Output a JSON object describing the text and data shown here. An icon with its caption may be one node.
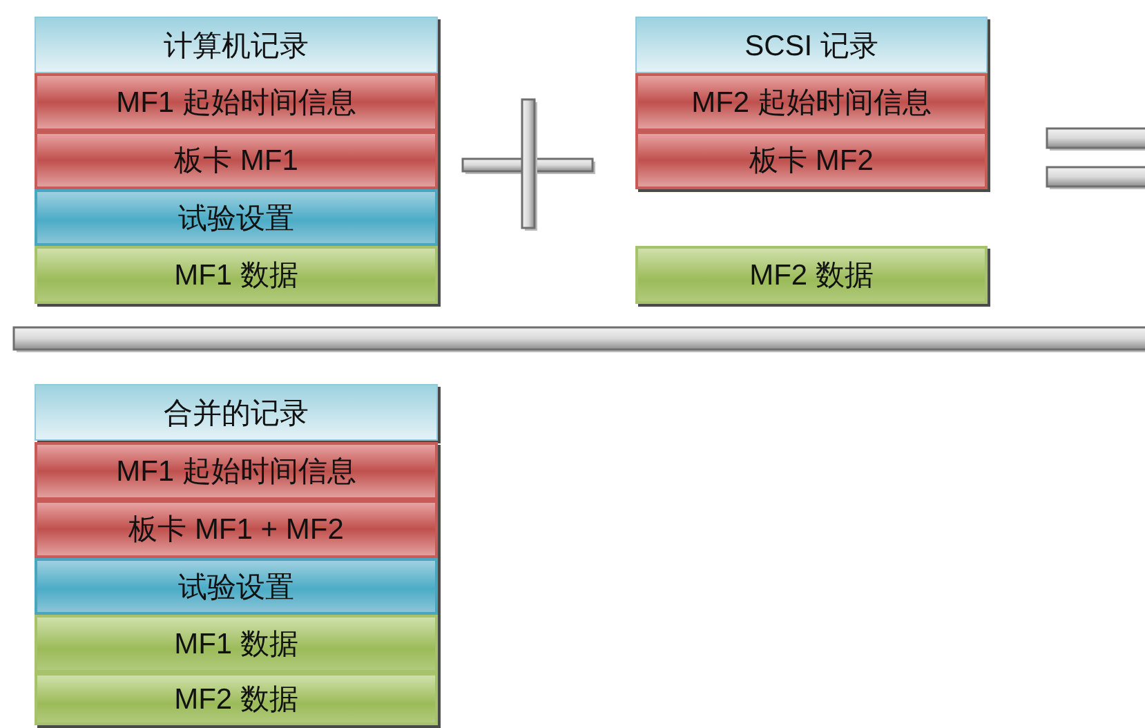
{
  "diagram": {
    "nodes": [
      {
        "text": [
          "计算机记录"
        ]
      },
      {
        "text": [
          "MF1 起始时间信息"
        ]
      },
      {
        "text": [
          "板卡 MF1"
        ]
      },
      {
        "text": [
          "试验设置"
        ]
      },
      {
        "text": [
          "MF1 数据"
        ]
      },
      {
        "text": [
          "SCSI 记录"
        ]
      },
      {
        "text": [
          "MF2 起始时间信息"
        ]
      },
      {
        "text": [
          "板卡 MF2"
        ]
      },
      {
        "text": [
          "MF2 数据"
        ]
      },
      {
        "text": [
          "合并的记录"
        ]
      },
      {
        "text": [
          "MF1 起始时间信息"
        ]
      },
      {
        "text": [
          "板卡 MF1 + MF2"
        ]
      },
      {
        "text": [
          "试验设置"
        ]
      },
      {
        "text": [
          "MF1 数据"
        ]
      },
      {
        "text": [
          "MF2 数据"
        ]
      }
    ]
  }
}
